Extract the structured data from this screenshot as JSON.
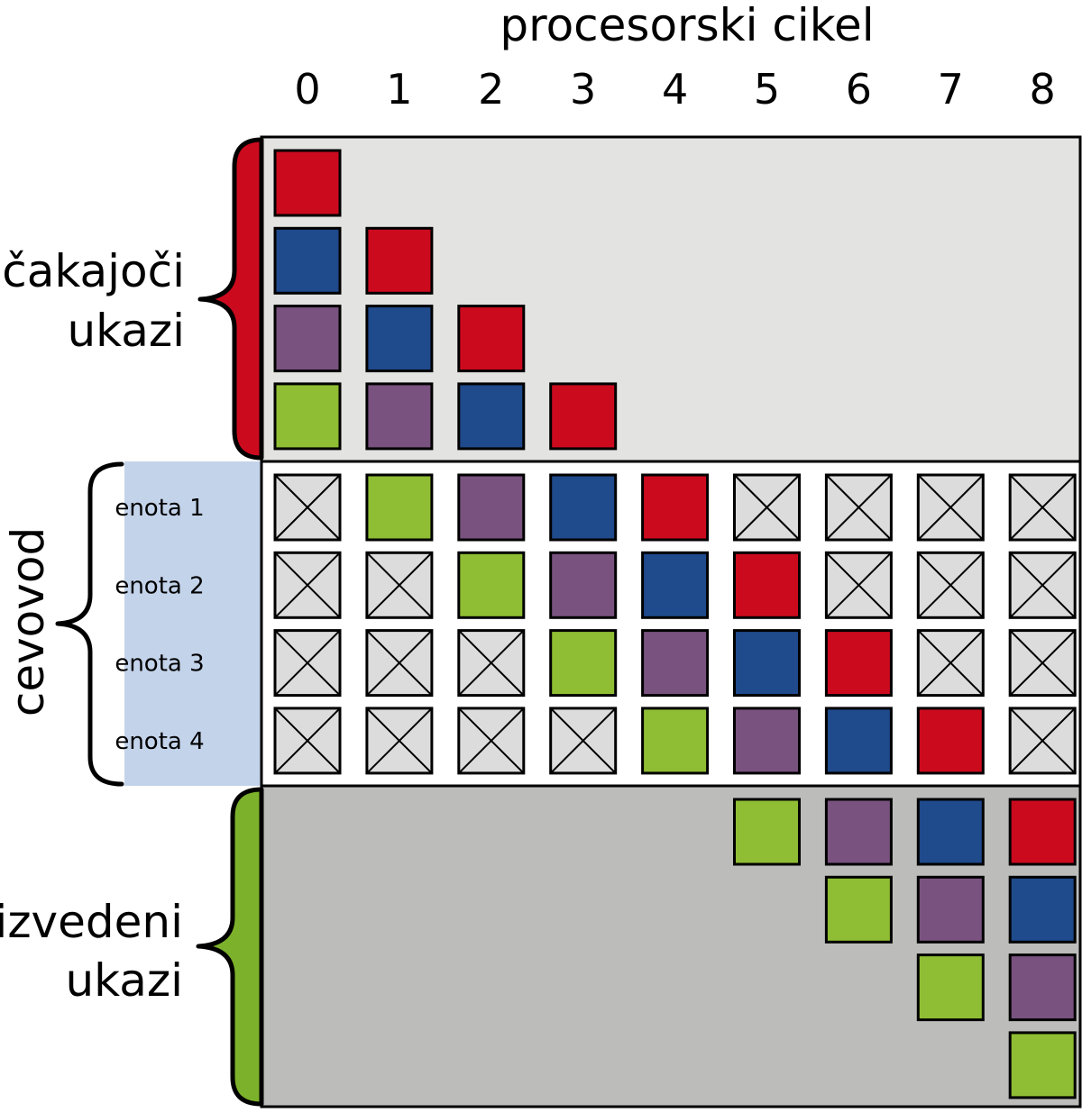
{
  "title": "procesorski cikel",
  "cycles": [
    "0",
    "1",
    "2",
    "3",
    "4",
    "5",
    "6",
    "7",
    "8"
  ],
  "sections": {
    "waiting": {
      "label_line1": "čakajoči",
      "label_line2": "ukazi",
      "brace_color": "#cc0a1e",
      "bg_color": "#e3e4e1"
    },
    "pipeline": {
      "label": "cevovod",
      "bg_color": "#ffffff",
      "label_bg_color": "#c3d3ea",
      "units": [
        "enota 1",
        "enota 2",
        "enota 3",
        "enota 4"
      ]
    },
    "executed": {
      "label_line1": "izvedeni",
      "label_line2": "ukazi",
      "brace_color": "#7cb22b",
      "bg_color": "#bcbcbb"
    }
  },
  "instruction_colors": {
    "red": "#cc0a1e",
    "blue": "#1f4a8b",
    "purple": "#79527f",
    "green": "#8fbd33",
    "empty": "#dcdcdc"
  },
  "waiting_queue": [
    [
      "red",
      "blue",
      "purple",
      "green"
    ],
    [
      "red",
      "blue",
      "purple"
    ],
    [
      "red",
      "blue"
    ],
    [
      "red"
    ],
    [],
    [],
    [],
    [],
    []
  ],
  "pipeline_stages": [
    [
      "empty",
      "green",
      "purple",
      "blue",
      "red",
      "empty",
      "empty",
      "empty",
      "empty"
    ],
    [
      "empty",
      "empty",
      "green",
      "purple",
      "blue",
      "red",
      "empty",
      "empty",
      "empty"
    ],
    [
      "empty",
      "empty",
      "empty",
      "green",
      "purple",
      "blue",
      "red",
      "empty",
      "empty"
    ],
    [
      "empty",
      "empty",
      "empty",
      "empty",
      "green",
      "purple",
      "blue",
      "red",
      "empty"
    ]
  ],
  "executed_stack": [
    [],
    [],
    [],
    [],
    [],
    [
      "green"
    ],
    [
      "purple",
      "green"
    ],
    [
      "blue",
      "purple",
      "green"
    ],
    [
      "red",
      "blue",
      "purple",
      "green"
    ]
  ]
}
